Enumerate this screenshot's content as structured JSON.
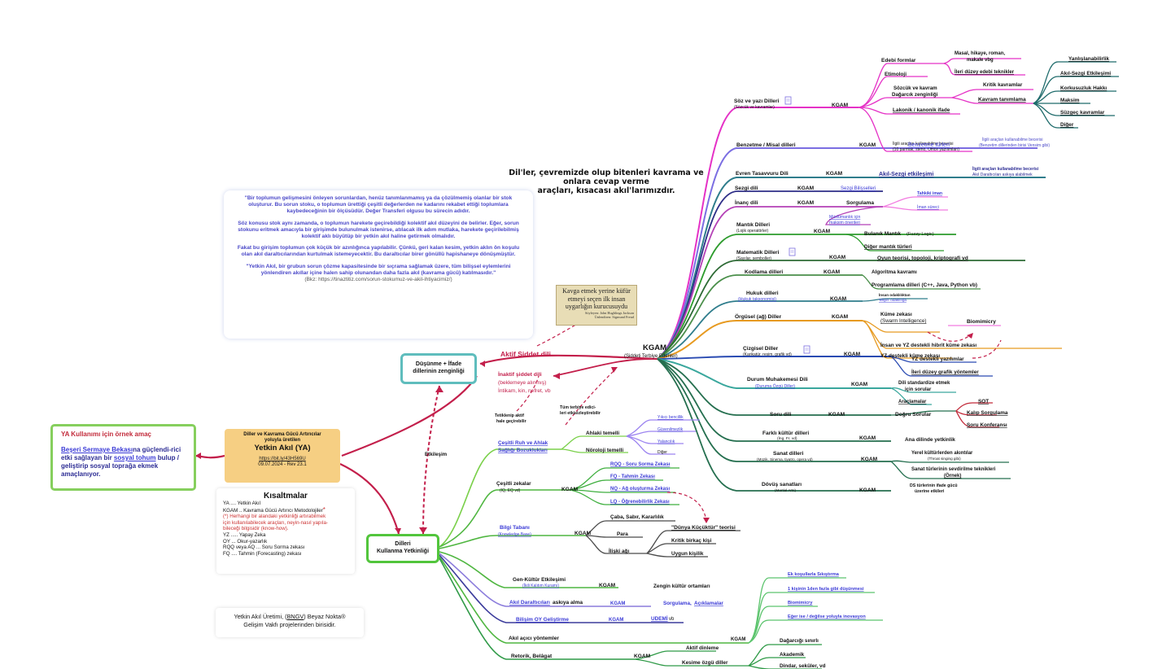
{
  "headline": {
    "lines": [
      "Dil'ler, çevremizde olup bitenleri kavrama ve",
      "onlara cevap verme",
      "araçları, kısacası akıl'larımızdır."
    ]
  },
  "quote": {
    "p1": "\"Bir toplumun gelişmesini önleyen sorunlardan, henüz tanımlanmamış ya da çözülmemiş olanlar bir stok oluşturur. Bu sorun stoku, o toplumun ürettiği çeşitli değerlerden ne kadarını rekabet ettiği toplumlara kaybedeceğinin bir ölçüsüdür. Değer Transferi olgusu bu sürecin adıdır.",
    "p2": "Söz konusu stok aynı zamanda, o toplumun harekete geçirebildiği kolektif akıl düzeyini de belirler. Eğer, sorun stokunu eritmek amacıyla bir girişimde bulunulmak istenirse, atılacak ilk adım mutlaka, harekete geçirilebilmiş kolektif aklı büyütüp bir yetkin akıl haline getirmek olmalıdır.",
    "p3": "Fakat bu girişim toplumun çok küçük bir azınlığınca yapılabilir. Çünkü, geri kalan kesim, yetkin aklın ön koşulu olan akıl daraltıcılarından kurtulmak istemeyecektir. Bu daraltıcılar birer gönüllü hapishaneye dönüşmüştür.",
    "p4": "\"Yetkin Akıl, bir grubun sorun çözme kapasitesinde bir sıçrama sağlamak üzere, tüm bilişsel eylemlerini yönlendiren akıllar içine halen sahip olunandan daha fazla akıl (kavrama gücü) katılmasıdır.\"",
    "source": "(Bkz: https://tinaztitiz.com/sorun-stokumuz-ve-akil-ihtiyacimiz/)"
  },
  "freud": {
    "text": "Kavga etmek yerine küfür etmeyi seçen ilk insan uygarlığın kurucusuydu",
    "author1": "Söyleyen: John Hughlings Jackson",
    "author2": "Ünlendiren: Sigmund Freud"
  },
  "amac": {
    "title": "YA Kullanımı için örnek amaç",
    "link1": "Beşeri Sermaye Bekası",
    "text1": "na güçlendi-rici etki sağlayan bir ",
    "link2": "sosyal tohum",
    "text2": " bulup / geliştirip sosyal toprağa ekmek amaçlanıyor."
  },
  "yak": {
    "title1": "Diller ve Kavrama Gücü Artırıcılar",
    "title2": "yoluyla üretilen",
    "name": "Yetkin Akıl (YA)",
    "link": "https://bit.ly/43H569U",
    "date": "09.07.2024 - Rev 23.1"
  },
  "abbr": {
    "title": "Kısaltmalar",
    "l1": "YA .... Yetkin Akıl",
    "l2": "KGAM .. Kavrama Gücü Artırıcı Metodolojiler",
    "r1": "(*) Herhangi bir alandaki yetkinliği artırabilmek",
    "r2": "için kullanılabilecek araçları, neyin-nasıl yapıla-",
    "r3": "bileceği bilgisidir (know-how).",
    "l3": "YZ ..... Yapay Zeka",
    "l4": "OY ... Okur-yazarlık",
    "l5": "RQQ veya AQ ... Soru Sorma zekası",
    "l6": "FQ .... Tahmin (Forecasting) zekası"
  },
  "bngv": {
    "pre": "Yetkin Akıl Üretimi, (",
    "link": "BNGV",
    "post": ") Beyaz Nokta®",
    "line2": "Gelişim Vakfı projelerinden birisidir."
  },
  "dus": {
    "l1": "Düşünme + İfade",
    "l2": "dillerinin zenginliği"
  },
  "dkul": {
    "l1": "Dilleri",
    "l2": "Kullanma Yetkinliği"
  },
  "center": {
    "title": "KGAM",
    "sub": "(Şiddeti Terbiye Edenler)"
  },
  "aktif": "Aktif Şiddet dili",
  "inaktif": {
    "l1": "İnaktif şiddet dili",
    "l2": "(beklemeye alınmış)",
    "l3": "İntikam, kin, nefret, vb"
  },
  "tetik": {
    "l1": "Tetiklenip aktif",
    "l2": "hale geçirebilir"
  },
  "terbiye": {
    "l1": "Tüm terbiye edici-",
    "l2": "leri etkisizleştirebilir"
  },
  "etkilesim": "Etkileşim",
  "soz": {
    "title": "Söz ve yazı Dilleri",
    "sub": "(Sözcük ve kavramlar)",
    "kgam": "KGAM",
    "edebi": "Edebi formlar",
    "masal1": "Masal, hikaye, roman,",
    "masal2": "makale vbg",
    "ileri": "İleri düzey edebi teknikler",
    "etimoloji": "Etimoloji",
    "sozcuk1": "Sözcük ve kavram",
    "sozcuk2": "Dağarcık zenginliği",
    "kritik": "Kritik kavramlar",
    "tanim": "Kavram tanımlama",
    "lakonik": "Lakonik / kanonik ifade",
    "ilgili1": "İlgili araçları kullanabilme becerisi",
    "ilgili2": "(10 parmak, steno, Office yazılımları)",
    "r1": "Yanlışlanabilirlik",
    "r2": "Akıl-Sezgi Etkileşimi",
    "r3": "Korkusuzluk Hakkı",
    "r4": "Maksim",
    "r5": "Süzgeç kavramlar",
    "r6": "Diğer"
  },
  "benzetme": {
    "title": "Benzetme / Misal dilleri",
    "kgam": "KGAM",
    "turler": "Benzetme türleri",
    "n1": "İlgili araçları kullanabilme becerisi",
    "n2": "(Benzetim dillerinden birisi Vensim gibi)"
  },
  "evren": {
    "title": "Evren Tasavvuru Dili",
    "kgam": "KGAM",
    "akil": "Akıl-Sezgi etkileşimi",
    "n1": "İlgili araçları kullanabilme becerisi",
    "n2": "Akıl Daraltıcıları askıya alabilmek"
  },
  "sezgi": {
    "title": "Sezgi dili",
    "kgam": "KGAM",
    "bil": "Sezgi Bilişselleri"
  },
  "inanc": {
    "title": "İnanç dili",
    "kgam": "KGAM",
    "sorg": "Sorgulama",
    "t1": "Tahkiki iman",
    "t2": "İman süreci",
    "m1": "Müslümanlık için",
    "m2": "maksim önerileri"
  },
  "mantik": {
    "title": "Mantık Dilleri",
    "sub": "(Lojik operatörler)",
    "kgam": "KGAM",
    "bul": "Bulanık Mantık",
    "bul2": "(Fuzzy Logic)",
    "diger": "Diğer mantık türleri"
  },
  "matematik": {
    "title": "Matematik Dilleri",
    "sub": "(Sayılar, semboller)",
    "kgam": "KGAM",
    "oyun": "Oyun teorisi, topoloji, kriptografi vd"
  },
  "kodlama": {
    "title": "Kodlama dilleri",
    "kgam": "KGAM",
    "algo": "Algoritma kavramı",
    "prog": "Programlama dilleri (C++, Java, Python vb)"
  },
  "hukuk": {
    "title": "Hukuk dilleri",
    "sub": "(Hukuk taksonomisi)",
    "kgam": "KGAM",
    "n1": "İnsan odaklılıktan",
    "n2": "'Bilgin' odaklılığa"
  },
  "orgusel": {
    "title": "Örgüsel (ağ) Diller",
    "kgam": "KGAM",
    "kume1": "Küme zekası",
    "kume2": "(Swarm Intelligence)",
    "bio": "Biomimicry",
    "yzk": "YZ destekli küme zekası",
    "hibrit": "İnsan ve YZ destekli hibrit küme zekası"
  },
  "cizgisel": {
    "title": "Çizgisel Diller",
    "sub": "(Karikatür, resim, grafik vd)",
    "kgam": "KGAM",
    "yz": "YZ destekli yazılımlar",
    "ileri": "İleri düzey grafik yöntemler"
  },
  "durum": {
    "title": "Durum Muhakemesi Dili",
    "sub": "(Duruma Özgü Diller)",
    "kgam": "KGAM",
    "std1": "Dili standardize etmek",
    "std2": "için sorular",
    "arac": "Araçlamalar"
  },
  "soru": {
    "title": "Soru dili",
    "kgam": "KGAM",
    "dogru": "Doğru Sorular",
    "sot": "SOT",
    "kalip": "Kalıp Sorgulama",
    "konf": "Soru Konferansı"
  },
  "farkli": {
    "title": "Farklı kültür dilleri",
    "sub": "(İng, Fr, vd)",
    "kgam": "KGAM",
    "ana": "Ana dilinde yetkinlik"
  },
  "sanat": {
    "title": "Sanat dilleri",
    "sub": "(Müzik, Sinema, tiyatro, opera vd)",
    "kgam": "KGAM",
    "yerel1": "Yerel kültürlerden akıntılar",
    "yerel2": "(Throat singing gibi)",
    "sev1": "Sanat türlerinin sevdirilme teknikleri",
    "sev2": "(Örnek)"
  },
  "dovus": {
    "title": "Dövüş sanatları",
    "sub": "(Martial Arts)",
    "kgam": "KGAM",
    "ds1": "DS türlerinin ifade gücü",
    "ds2": "üzerine etkileri"
  },
  "cesitli": {
    "t1": "Çeşitli Ruh ve Ahlak",
    "t2": "Sağlığı Bozuklukları",
    "ahlaki": "Ahlaki temelli",
    "nor": "Nöroloji temelli",
    "y": "Yıkıcı bencillik",
    "g": "Güvenilmezlik",
    "yal": "Yalancılık",
    "d": "Diğer"
  },
  "zeka": {
    "t1": "Çeşitli zekalar",
    "t2": "(IQ, EQ vd)",
    "kgam": "KGAM",
    "z1": "RQQ - Soru Sorma Zekası",
    "z2": "FQ - Tahmin Zekası",
    "z3": "NQ - Ağ oluşturma Zekası",
    "z4": "LQ - Öğrenebilirlik Zekası"
  },
  "bilgi": {
    "t1": "Bilgi Tabanı",
    "t2": "(Knowledge Base)",
    "kgam": "KGAM",
    "caba": "Çaba, Sabır, Kararlılık",
    "para": "Para",
    "iliski": "İlişki ağı",
    "dunya": "\"Dünya Küçüktür\" teorisi",
    "kritik": "Kritik birkaç kişi",
    "uygun": "Uygun kişilik"
  },
  "genkul": {
    "t1": "Gen-Kültür Etkileşimi",
    "t2": "(İkili Kalıtım Kuramı)",
    "kgam": "KGAM",
    "zengin": "Zengin kültür ortamları"
  },
  "akil": {
    "t1": "Akıl Daraltıcıları",
    "t2": "askıya alma",
    "kgam": "KGAM",
    "s1": "Sorgulama, ",
    "s2": "Açıklamalar"
  },
  "bilisim": {
    "t1": "Bilişim OY Geliştirme",
    "kgam": "KGAM",
    "udemi": "UDEMİ",
    "vb": " vb"
  },
  "acici": {
    "t": "Akıl açıcı yöntemler",
    "kgam": "KGAM",
    "e1": "Ek koşullarla Sıkıştırma",
    "e2": "1 kişinin 1den fazla gibi düşünmesi",
    "e3": "Biomimicry",
    "e4": "Eğer ise / değilse yoluyla inovasyon"
  },
  "retorik": {
    "t": "Retorik, Belâgat",
    "kgam": "KGAM",
    "aktif": "Aktif dinleme",
    "kesim": "Kesime özgü diller",
    "dag": "Dağarcığı sınırlı",
    "aka": "Akademik",
    "din": "Dindar, seküler, vd"
  }
}
